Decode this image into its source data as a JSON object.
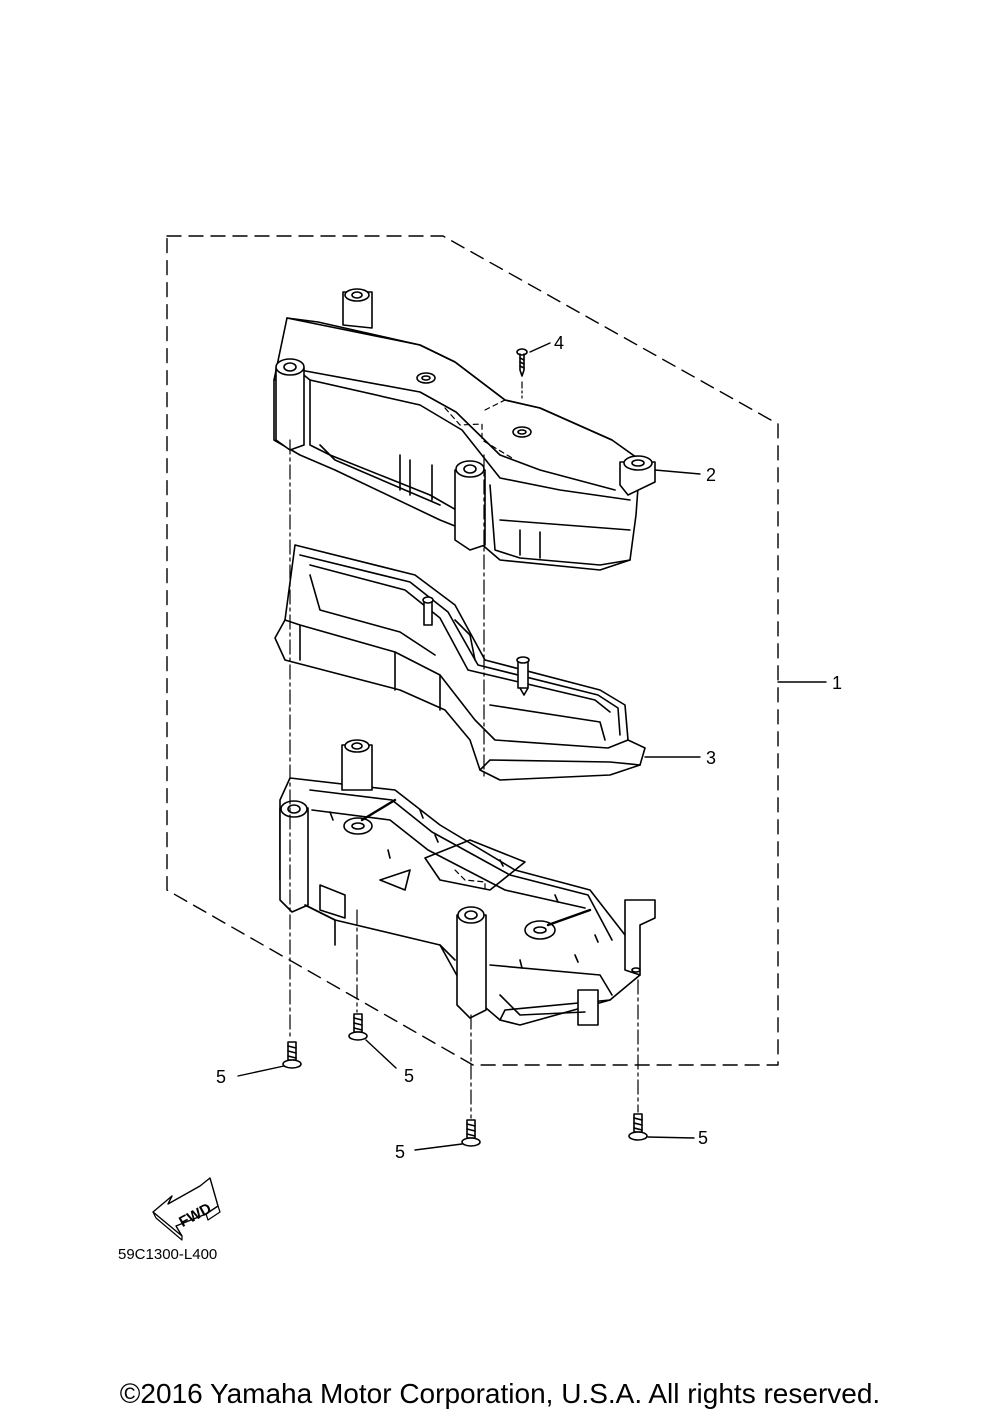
{
  "callouts": [
    {
      "id": "callout-1",
      "text": "1"
    },
    {
      "id": "callout-2",
      "text": "2"
    },
    {
      "id": "callout-3",
      "text": "3"
    },
    {
      "id": "callout-4",
      "text": "4"
    },
    {
      "id": "callout-5a",
      "text": "5"
    },
    {
      "id": "callout-5b",
      "text": "5"
    },
    {
      "id": "callout-5c",
      "text": "5"
    },
    {
      "id": "callout-5d",
      "text": "5"
    }
  ],
  "fwd_arrow": {
    "text": "FWD"
  },
  "diagram_code": "59C1300-L400",
  "copyright": "©2016 Yamaha Motor Corporation, U.S.A. All rights reserved."
}
